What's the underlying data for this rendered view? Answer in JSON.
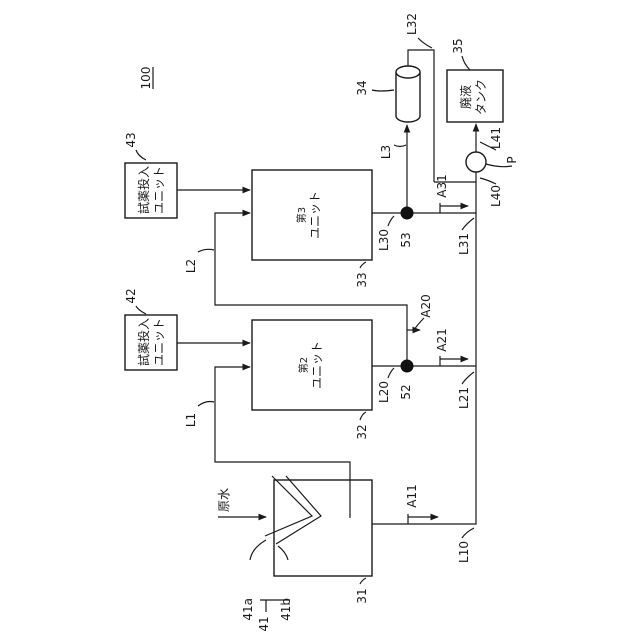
{
  "figure_number": "100",
  "raw_water": "原水",
  "units": {
    "u31": {
      "ref": "31"
    },
    "u32": {
      "ref": "32",
      "line1": "第2",
      "line2": "ユニット"
    },
    "u33": {
      "ref": "33",
      "line1": "第3",
      "line2": "ユニット"
    },
    "u34": {
      "ref": "34"
    },
    "u35": {
      "ref": "35",
      "line1": "廃液",
      "line2": "タンク"
    },
    "u42": {
      "ref": "42",
      "line1": "試薬投入",
      "line2": "ユニット"
    },
    "u43": {
      "ref": "43",
      "line1": "試薬投入",
      "line2": "ユニット"
    }
  },
  "separator": {
    "ref": "41",
    "part_a": "41a",
    "part_b": "41b"
  },
  "valves": {
    "v52": "52",
    "v53": "53"
  },
  "pump": {
    "label": "P"
  },
  "lines": {
    "L1": "L1",
    "L2": "L2",
    "L3": "L3",
    "L10": "L10",
    "L20": "L20",
    "L21": "L21",
    "L30": "L30",
    "L31": "L31",
    "L32": "L32",
    "L40": "L40",
    "L41": "L41"
  },
  "arrows": {
    "A11": "A11",
    "A20": "A20",
    "A21": "A21",
    "A31": "A31"
  }
}
